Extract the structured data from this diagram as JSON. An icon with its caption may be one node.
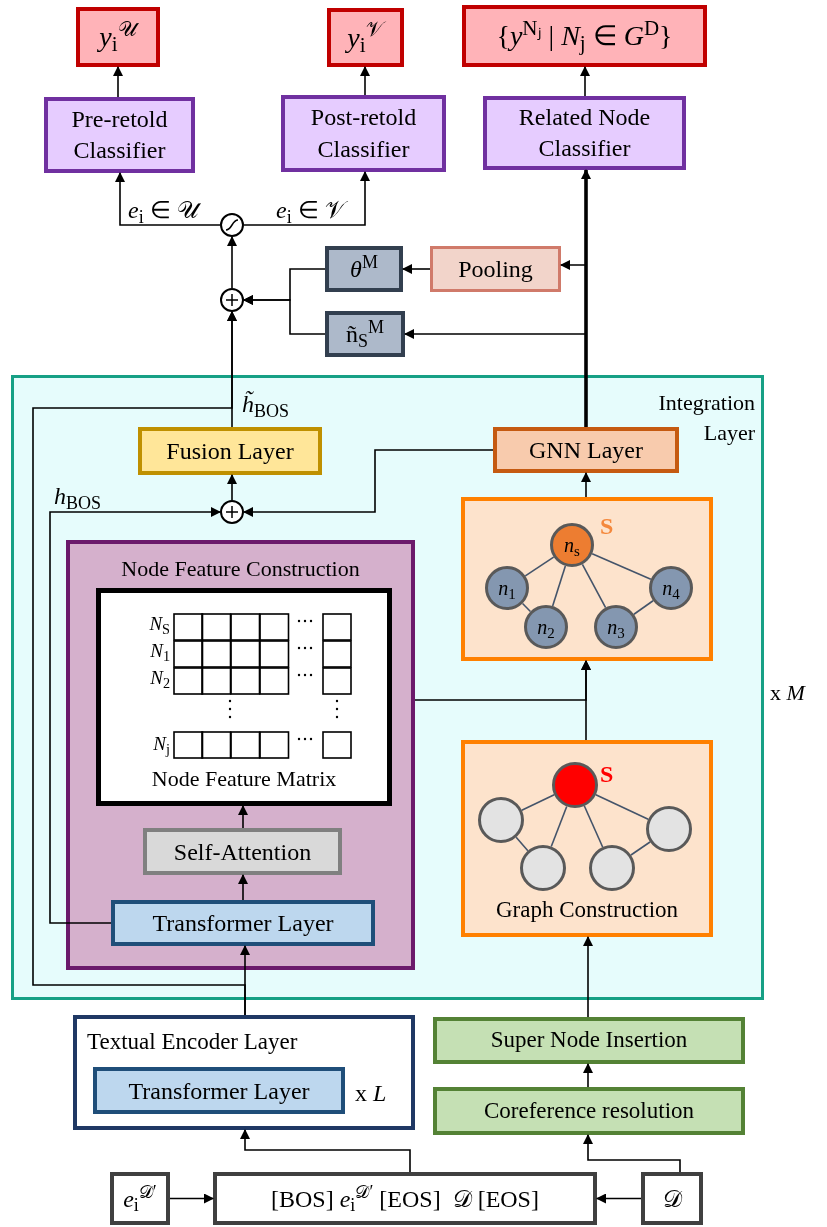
{
  "diagram": {
    "nodes": [
      {
        "text": [
          "*y*$_{i}$$^{𝒰}$"
        ]
      },
      {
        "text": [
          "*y*$_{i}$$^{𝒱}$"
        ]
      },
      {
        "text": [
          "{*y*$^{Nⱼ}$ | *N*$_{j}$ ∈ *G*$^{D}$}"
        ]
      },
      {
        "text": [
          "Pre-retold Classifier"
        ]
      },
      {
        "text": [
          "Post-retold Classifier"
        ]
      },
      {
        "text": [
          "Related Node Classifier"
        ]
      },
      {
        "text": [],
        "shape": "circle"
      },
      {
        "text": [
          "*θ*$^{M}$"
        ]
      },
      {
        "text": [
          "Pooling"
        ]
      },
      {
        "text": [],
        "shape": "circle"
      },
      {
        "text": [
          "ñ$_{S}$$^{M}$"
        ]
      },
      {
        "text": [
          "Integration Layer"
        ],
        "beside": [
          "x *M*"
        ]
      },
      {
        "text": [
          "Fusion Layer"
        ],
        "in": 11
      },
      {
        "text": [
          "GNN Layer"
        ],
        "in": 11
      },
      {
        "text": [],
        "shape": "circle",
        "in": 11
      },
      {
        "text": [],
        "shape": "box",
        "in": 11
      },
      {
        "text": [
          "*n*$_{s}$"
        ],
        "in": 15,
        "beside": [
          "S"
        ]
      },
      {
        "text": [
          "*n*$_{1}$"
        ],
        "in": 15
      },
      {
        "text": [
          "*n*$_{2}$"
        ],
        "in": 15
      },
      {
        "text": [
          "*n*$_{3}$"
        ],
        "in": 15
      },
      {
        "text": [
          "*n*$_{4}$"
        ],
        "in": 15
      },
      {
        "text": [
          "Node Feature Construction"
        ],
        "in": 11
      },
      {
        "text": [
          "Node Feature Matrix"
        ],
        "in": 21
      },
      {
        "text": [
          "Self-Attention"
        ],
        "in": 21
      },
      {
        "text": [
          "Transformer Layer"
        ],
        "in": 21
      },
      {
        "text": [
          "Graph Construction"
        ],
        "in": 11
      },
      {
        "text": [],
        "shape": "circle",
        "in": 25,
        "beside": [
          "S"
        ]
      },
      {
        "text": [],
        "shape": "circle",
        "in": 25
      },
      {
        "text": [],
        "shape": "circle",
        "in": 25
      },
      {
        "text": [],
        "shape": "circle",
        "in": 25
      },
      {
        "text": [],
        "shape": "circle",
        "in": 25
      },
      {
        "text": [
          "Textual Encoder Layer",
          "x *L*"
        ]
      },
      {
        "text": [
          "Transformer Layer"
        ],
        "in": 31
      },
      {
        "text": [
          "Super Node Insertion"
        ]
      },
      {
        "text": [
          "Coreference resolution"
        ]
      },
      {
        "text": [
          "*e*$_{i}$$^{𝒟′}$"
        ]
      },
      {
        "text": [
          "[BOS] *e*$_{i}$$^{𝒟′}$ [EOS]  𝒟 [EOS]"
        ]
      },
      {
        "text": [
          "𝒟"
        ]
      }
    ],
    "edges": [
      {
        "from": 3,
        "to": 0,
        "arrow": "to"
      },
      {
        "from": 4,
        "to": 1,
        "arrow": "to"
      },
      {
        "from": 5,
        "to": 2,
        "arrow": "to"
      },
      {
        "from": 6,
        "to": 3,
        "arrow": "to",
        "label": "*e*$_{i}$ ∈ 𝒰"
      },
      {
        "from": 6,
        "to": 4,
        "arrow": "to",
        "label": "*e*$_{i}$ ∈ 𝒱"
      },
      {
        "from": 9,
        "to": 6,
        "arrow": "to"
      },
      {
        "from": 7,
        "to": 9,
        "arrow": "to"
      },
      {
        "from": 10,
        "to": 9,
        "arrow": "to"
      },
      {
        "from": 8,
        "to": 7,
        "arrow": "to"
      },
      {
        "from": 13,
        "to": 8,
        "arrow": "to"
      },
      {
        "from": 13,
        "to": 5,
        "arrow": "to",
        "style": "thick"
      },
      {
        "from": 13,
        "to": 10,
        "arrow": "to"
      },
      {
        "from": 12,
        "to": 9,
        "arrow": "to",
        "label": "*h̃*$_{BOS}$"
      },
      {
        "from": 31,
        "to": 9,
        "arrow": "to"
      },
      {
        "from": 24,
        "to": 14,
        "arrow": "to",
        "label": "*h*$_{BOS}$"
      },
      {
        "from": 14,
        "to": 12,
        "arrow": "to"
      },
      {
        "from": 13,
        "to": 14,
        "arrow": "to"
      },
      {
        "from": 15,
        "to": 13,
        "arrow": "to"
      },
      {
        "from": 25,
        "to": 15,
        "arrow": "to"
      },
      {
        "from": 21,
        "to": 15,
        "arrow": "to"
      },
      {
        "from": 24,
        "to": 23,
        "arrow": "to"
      },
      {
        "from": 23,
        "to": 22,
        "arrow": "to"
      },
      {
        "from": 31,
        "to": 24,
        "arrow": "to"
      },
      {
        "from": 33,
        "to": 25,
        "arrow": "to"
      },
      {
        "from": 34,
        "to": 33,
        "arrow": "to"
      },
      {
        "from": 37,
        "to": 34,
        "arrow": "to"
      },
      {
        "from": 36,
        "to": 31,
        "arrow": "to"
      },
      {
        "from": 35,
        "to": 36,
        "arrow": "to"
      },
      {
        "from": 37,
        "to": 36,
        "arrow": "to"
      },
      {
        "from": 16,
        "to": 17,
        "arrow": "none",
        "color": "#44546a"
      },
      {
        "from": 16,
        "to": 18,
        "arrow": "none",
        "color": "#44546a"
      },
      {
        "from": 16,
        "to": 19,
        "arrow": "none",
        "color": "#44546a"
      },
      {
        "from": 16,
        "to": 20,
        "arrow": "none",
        "color": "#44546a"
      },
      {
        "from": 17,
        "to": 18,
        "arrow": "none",
        "color": "#44546a"
      },
      {
        "from": 19,
        "to": 20,
        "arrow": "none",
        "color": "#44546a"
      },
      {
        "from": 26,
        "to": 27,
        "arrow": "none",
        "color": "#44546a"
      },
      {
        "from": 26,
        "to": 28,
        "arrow": "none",
        "color": "#44546a"
      },
      {
        "from": 26,
        "to": 29,
        "arrow": "none",
        "color": "#44546a"
      },
      {
        "from": 26,
        "to": 30,
        "arrow": "none",
        "color": "#44546a"
      },
      {
        "from": 27,
        "to": 28,
        "arrow": "none",
        "color": "#44546a"
      },
      {
        "from": 29,
        "to": 30,
        "arrow": "none",
        "color": "#44546a"
      }
    ],
    "labels": [
      "*N*$_{S}$",
      "*N*$_{1}$",
      "*N*$_{2}$",
      "*N*$_{j}$"
    ]
  }
}
